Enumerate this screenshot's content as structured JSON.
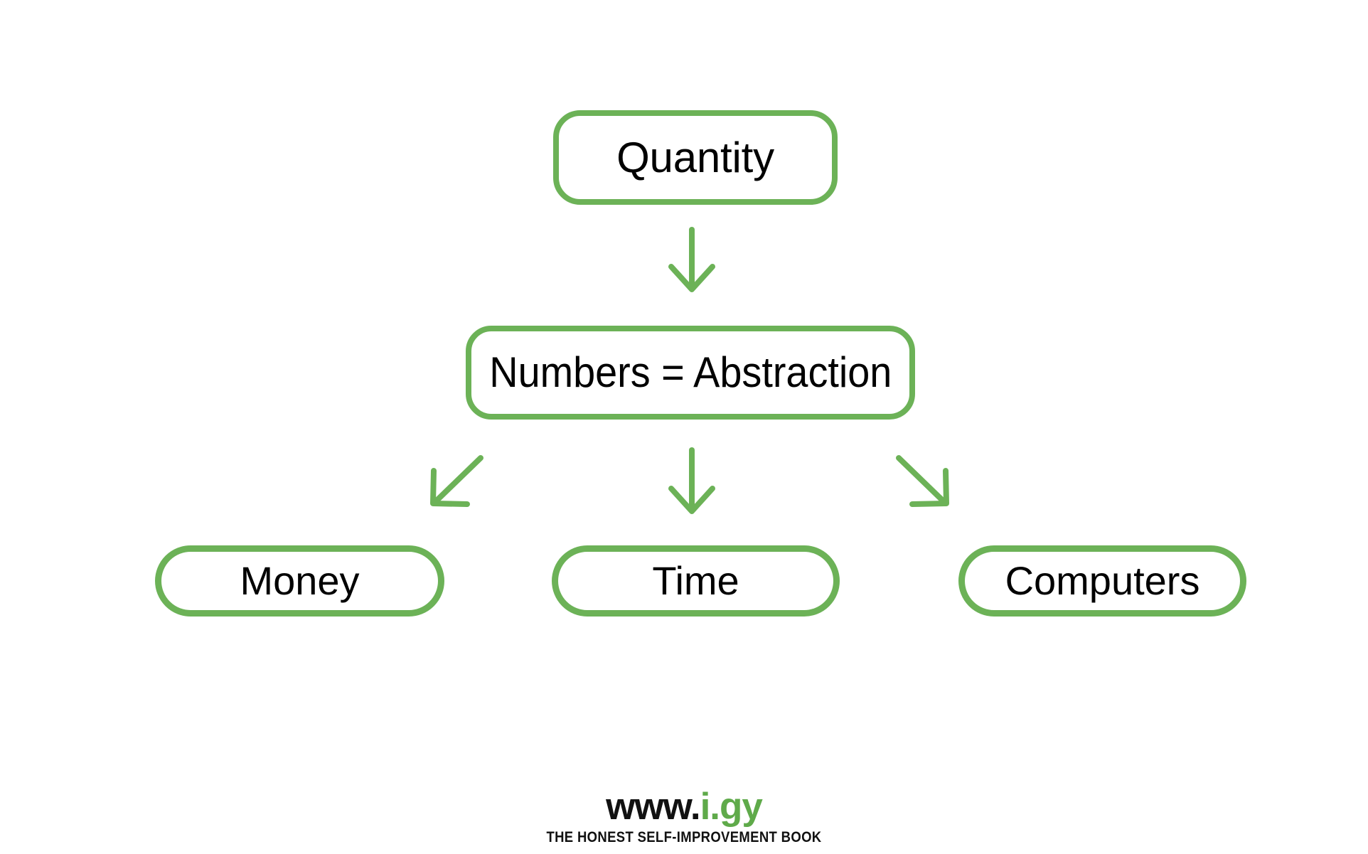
{
  "diagram": {
    "title_text": "",
    "accent_color": "#6cb257",
    "background_color": "#ffffff",
    "text_color": "#000000",
    "nodes": [
      {
        "id": "quantity",
        "label": "Quantity"
      },
      {
        "id": "numbers",
        "label": "Numbers = Abstraction"
      },
      {
        "id": "money",
        "label": "Money"
      },
      {
        "id": "time",
        "label": "Time"
      },
      {
        "id": "computers",
        "label": "Computers"
      }
    ],
    "edges": [
      {
        "id": "edge-quantity-numbers",
        "from": "quantity",
        "to": "numbers",
        "direction": "down",
        "icon": "arrow-down-icon"
      },
      {
        "id": "edge-numbers-money",
        "from": "numbers",
        "to": "money",
        "direction": "down-left",
        "icon": "arrow-down-left-icon"
      },
      {
        "id": "edge-numbers-time",
        "from": "numbers",
        "to": "time",
        "direction": "down",
        "icon": "arrow-down-icon"
      },
      {
        "id": "edge-numbers-computers",
        "from": "numbers",
        "to": "computers",
        "direction": "down-right",
        "icon": "arrow-down-right-icon"
      }
    ]
  },
  "footer": {
    "brand_www": "www.",
    "brand_name": "i.gy",
    "brand_name_color": "#5faa4a",
    "tagline": "THE HONEST SELF-IMPROVEMENT BOOK"
  }
}
